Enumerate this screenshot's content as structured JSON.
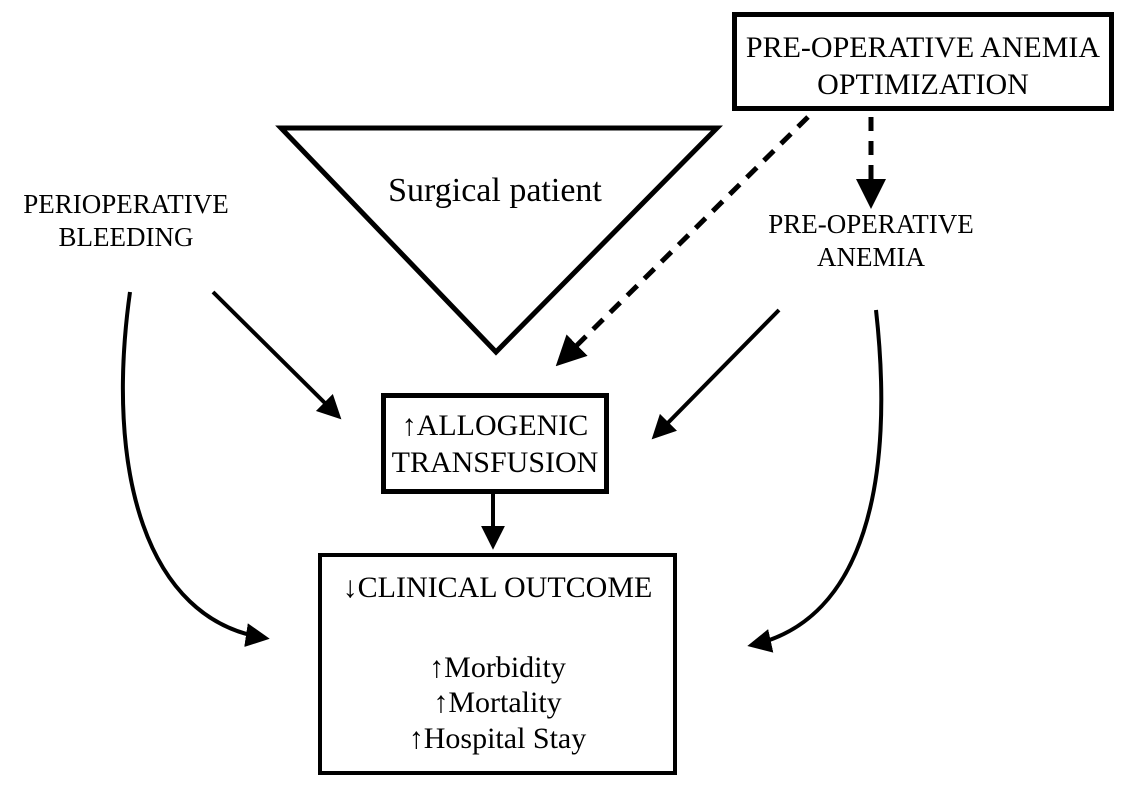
{
  "optimization_box": {
    "line1": "PRE-OPERATIVE ANEMIA",
    "line2": "OPTIMIZATION"
  },
  "surgical_patient": {
    "label": "Surgical patient"
  },
  "perioperative_bleeding": {
    "line1": "PERIOPERATIVE",
    "line2": "BLEEDING"
  },
  "preoperative_anemia": {
    "line1": "PRE-OPERATIVE",
    "line2": "ANEMIA"
  },
  "transfusion_box": {
    "line1": "↑ALLOGENIC",
    "line2": "TRANSFUSION"
  },
  "outcome_box": {
    "title": "↓CLINICAL OUTCOME",
    "items": [
      "↑Morbidity",
      "↑Mortality",
      "↑Hospital Stay"
    ]
  },
  "colors": {
    "stroke": "#000000",
    "background": "#ffffff"
  }
}
